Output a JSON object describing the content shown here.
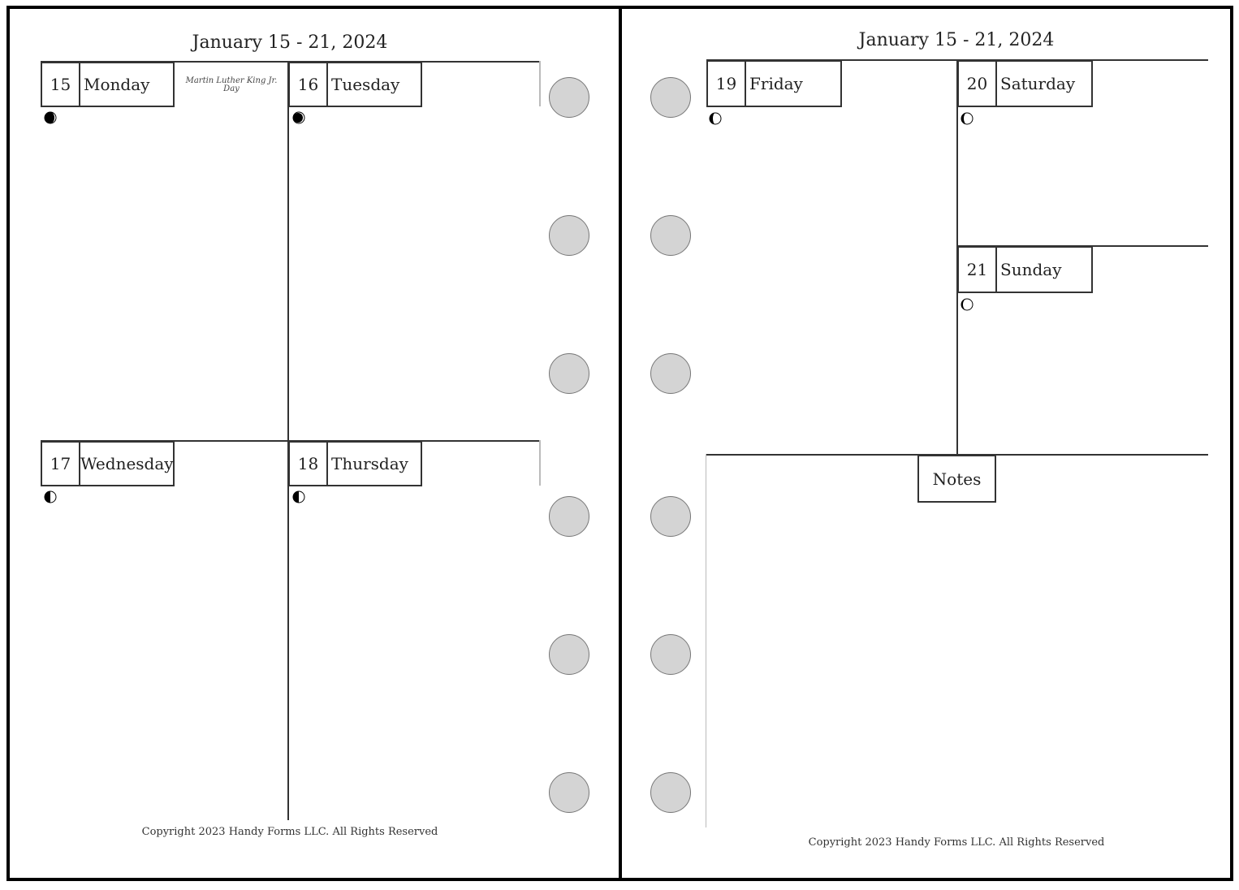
{
  "left_page": {
    "title": "January 15 - 21, 2024",
    "days": [
      {
        "num": "15",
        "name": "Monday",
        "holiday": "Martin Luther King Jr. Day"
      },
      {
        "num": "16",
        "name": "Tuesday"
      },
      {
        "num": "17",
        "name": "Wednesday"
      },
      {
        "num": "18",
        "name": "Thursday"
      }
    ],
    "copyright": "Copyright 2023 Handy Forms LLC. All Rights Reserved"
  },
  "right_page": {
    "title": "January 15 - 21, 2024",
    "days": [
      {
        "num": "19",
        "name": "Friday"
      },
      {
        "num": "20",
        "name": "Saturday"
      },
      {
        "num": "21",
        "name": "Sunday"
      }
    ],
    "notes_label": "Notes",
    "copyright": "Copyright 2023 Handy Forms LLC. All Rights Reserved"
  },
  "moon_phase_icons": [
    "waxing-crescent-moon-icon",
    "first-quarter-moon-icon"
  ],
  "colors": {
    "hole": "#d4d4d4",
    "border": "#000000"
  }
}
